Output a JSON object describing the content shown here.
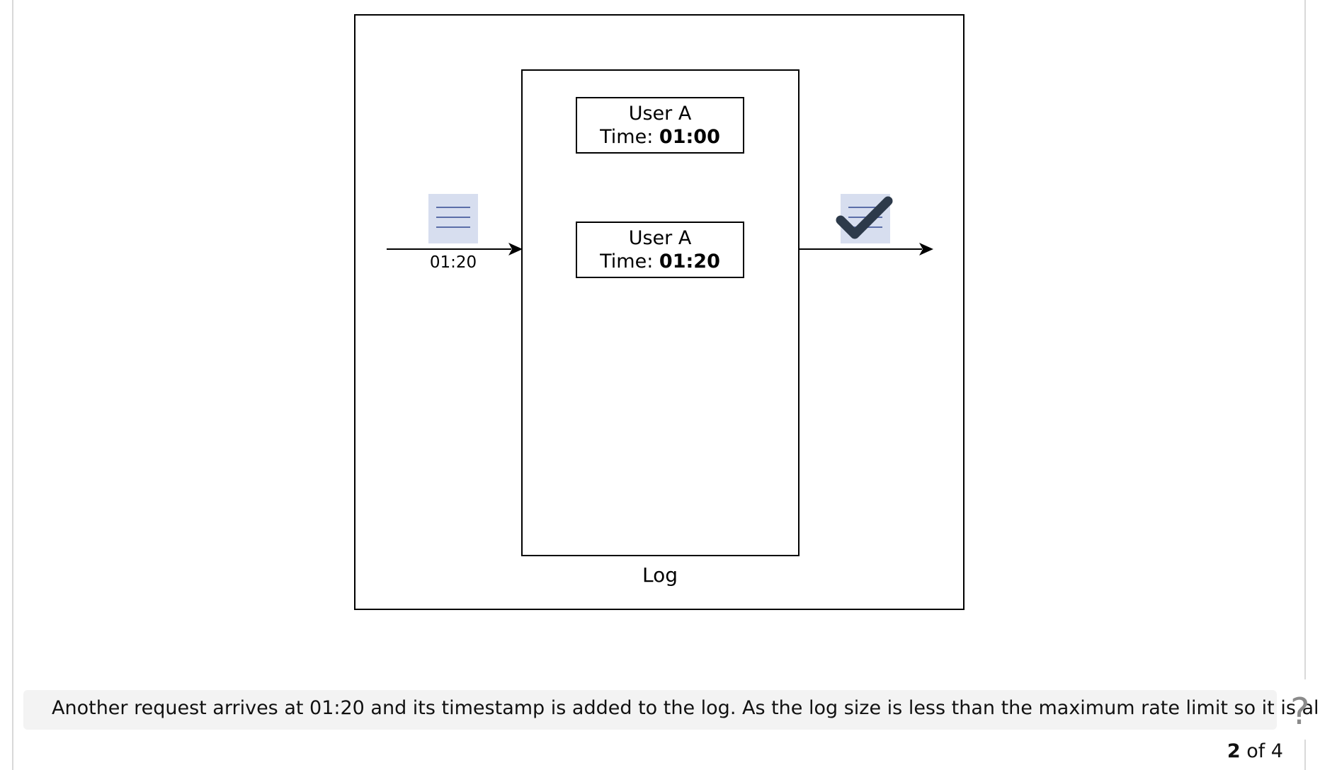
{
  "diagram": {
    "entries": [
      {
        "user": "User A",
        "time_prefix": "Time: ",
        "time_value": "01:00"
      },
      {
        "user": "User A",
        "time_prefix": "Time: ",
        "time_value": "01:20"
      }
    ],
    "log_label": "Log",
    "incoming_time": "01:20",
    "incoming_icon": "document-icon",
    "outgoing_icon": "document-icon",
    "status_icon": "checkmark-icon",
    "colors": {
      "icon_bg": "#d7deef",
      "icon_lines": "#5b6ea8",
      "check": "#2d3a4a"
    }
  },
  "caption": {
    "text": "Another request arrives at 01:20 and its timestamp is added to the log. As the log size is less than the maximum rate limit so it is allowed"
  },
  "help": {
    "glyph": "?"
  },
  "pager": {
    "current": "2",
    "of_text": "of 4"
  }
}
